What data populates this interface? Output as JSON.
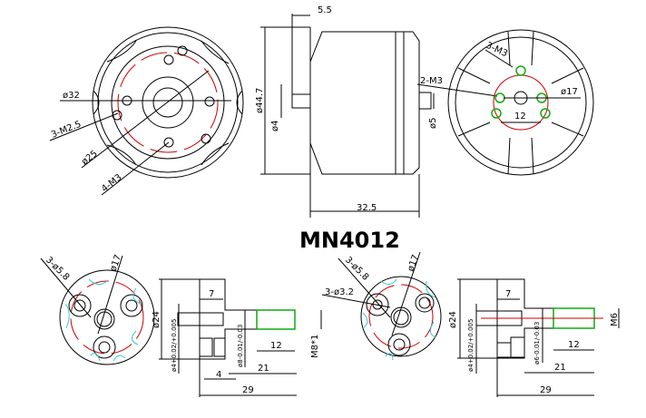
{
  "title": "MN4012",
  "top": {
    "stator_view": {
      "d32": "ø32",
      "m25": "3-M2.5",
      "d25": "ø25",
      "m3": "4-M3"
    },
    "side_view": {
      "shaft_len": "5.5",
      "d447": "ø44.7",
      "d4": "ø4",
      "length": "32.5",
      "m3": "2-M3",
      "d5": "ø5"
    },
    "rotor_view": {
      "m3": "3-M3",
      "d17": "ø17",
      "spacing": "12"
    }
  },
  "adapter_m8": {
    "front": {
      "holes": "3-ø5.8",
      "d17": "ø17"
    },
    "side": {
      "d24": "ø24",
      "len7": "7",
      "d4tol": "ø4+0.02/+0.005",
      "d8tol": "ø8-0.01/-0.03",
      "thread_len": "12",
      "thread": "M8*1",
      "len4": "4",
      "len21": "21",
      "len29": "29"
    }
  },
  "adapter_m6": {
    "front": {
      "holes": "3-ø5.8",
      "holes2": "3-ø3.2",
      "d17": "ø17"
    },
    "side": {
      "d24": "ø24",
      "len7": "7",
      "d4tol": "ø4+0.02/+0.005",
      "d6tol": "ø6-0.01/-0.03",
      "thread_len": "12",
      "thread": "M6",
      "len21": "21",
      "len29": "29"
    }
  }
}
